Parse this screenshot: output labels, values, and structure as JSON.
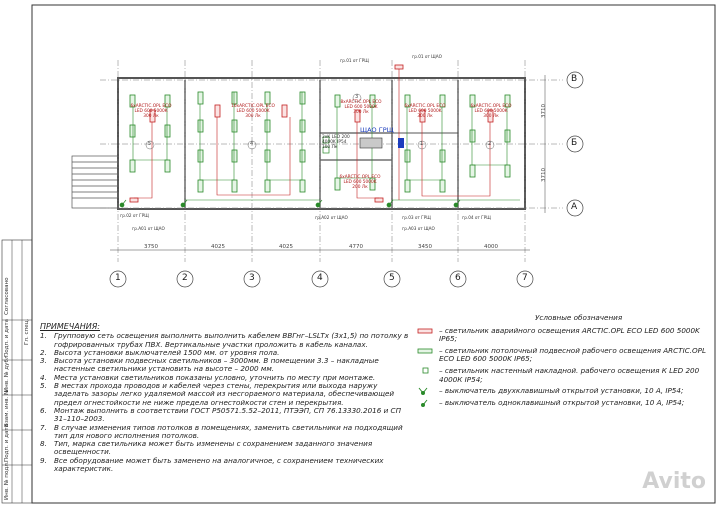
{
  "rows": [
    "В",
    "Б",
    "А"
  ],
  "columns": [
    "1",
    "2",
    "3",
    "4",
    "5",
    "6",
    "7"
  ],
  "dims_horizontal": [
    "3750",
    "4025",
    "4025",
    "4770",
    "3450",
    "4000"
  ],
  "dims_vertical": [
    "3710",
    "3710"
  ],
  "room_numbers": [
    "5",
    "4",
    "3",
    "1",
    "2"
  ],
  "room_labels": {
    "r5": [
      "6xARCTIC.OPL ECO",
      "LED 600 5000K",
      "300 Лк"
    ],
    "r4": [
      "16xARCTIC.OPL ECO",
      "LED 600 5000K",
      "300 Лк"
    ],
    "r3": [
      "8xARCTIC.OPL ECO",
      "LED 600 5000K",
      "300 Лк"
    ],
    "r3b": [
      "6xARCTIC.OPL ECO",
      "LED 600 5000K",
      "300 Лк"
    ],
    "r1": [
      "6xARCTIC.OPL ECO",
      "LED 600 5000K",
      "200 Лк"
    ],
    "r2": [
      "6xARCTIC.OPL ECO",
      "LED 600 5000K",
      "300 Лк"
    ],
    "small": [
      "2хК LED 200",
      "4000K IP54",
      "100 Лк"
    ]
  },
  "panel_label": "ЩАО ГРЩ",
  "feeders": [
    "гр.01 от ГРЩ",
    "гр.01 от ЩАО",
    "гр.02 от ГРЩ",
    "гр.А01 от ЩАО",
    "гр.А02 от ЩАО",
    "гр.А03 от ЩАО",
    "гр.03 от ГРЩ",
    "гр.04 от ГРЩ"
  ],
  "notes_title": "ПРИМЕЧАНИЯ:",
  "notes": [
    {
      "n": "1.",
      "t": "Групповую сеть освещения выполнить выполнить кабелем ВВГнг–LSLTx (3х1,5) по потолку в гофрированных трубах ПВХ. Вертикальные участки проложить в кабель каналах."
    },
    {
      "n": "2.",
      "t": "Высота установки выключателей 1500 мм. от уровня пола."
    },
    {
      "n": "3.",
      "t": "Высота установки подвесных светильников – 3000мм. В помещении 3.3 – накладные настенные светильники установить на высоте – 2000 мм."
    },
    {
      "n": "4.",
      "t": "Места установки светильников показаны условно, уточнить по месту при монтаже."
    },
    {
      "n": "5.",
      "t": "В местах прохода проводов и кабелей через стены, перекрытия или выхода наружу заделать зазоры легко удаляемой массой из несгораемого материала, обеспечивающей предел огнестойкости не ниже предела огнестойкости стен и перекрытия."
    },
    {
      "n": "6.",
      "t": "Монтаж выполнить в соответствии ГОСТ Р50571.5.52–2011, ПТЭЭП, СП 76.13330.2016 и СП 31–110–2003."
    },
    {
      "n": "7.",
      "t": "В случае изменения типов потолков в помещениях, заменить светильники на подходящий тип для нового исполнения потолков."
    },
    {
      "n": "8.",
      "t": "Тип, марка светильника может быть изменены с сохранением заданного значения освещенности."
    },
    {
      "n": "9.",
      "t": "Все оборудование может быть заменено на аналогичное, с сохранением технических характеристик."
    }
  ],
  "legend_title": "Условные обозначения",
  "legend": [
    {
      "sym": "emergency",
      "t": "– светильник аварийного освещения ARCTIC.OPL ECO LED 600 5000K IP65;"
    },
    {
      "sym": "ceiling",
      "t": "– светильник потолочный подвесной рабочего освещения ARCTIC.OPL ECO LED 600 5000K IP65;"
    },
    {
      "sym": "wall",
      "t": "– светильник настенный накладной. рабочего освещения К LED 200 4000К IP54;"
    },
    {
      "sym": "switch2",
      "t": "– выключатель двухклавишный открытой установки, 10 А, IP54;"
    },
    {
      "sym": "switch1",
      "t": "– выключатель одноклавишный открытой установки, 10 А, IP54;"
    }
  ],
  "stamp_labels": [
    "Инв. № подл.",
    "Подп. и дата",
    "Взам. инв. №",
    "Инв. № дубл.",
    "Подп. и дата",
    "Гл. спец.",
    "Согласовано"
  ],
  "watermark": "Avito"
}
